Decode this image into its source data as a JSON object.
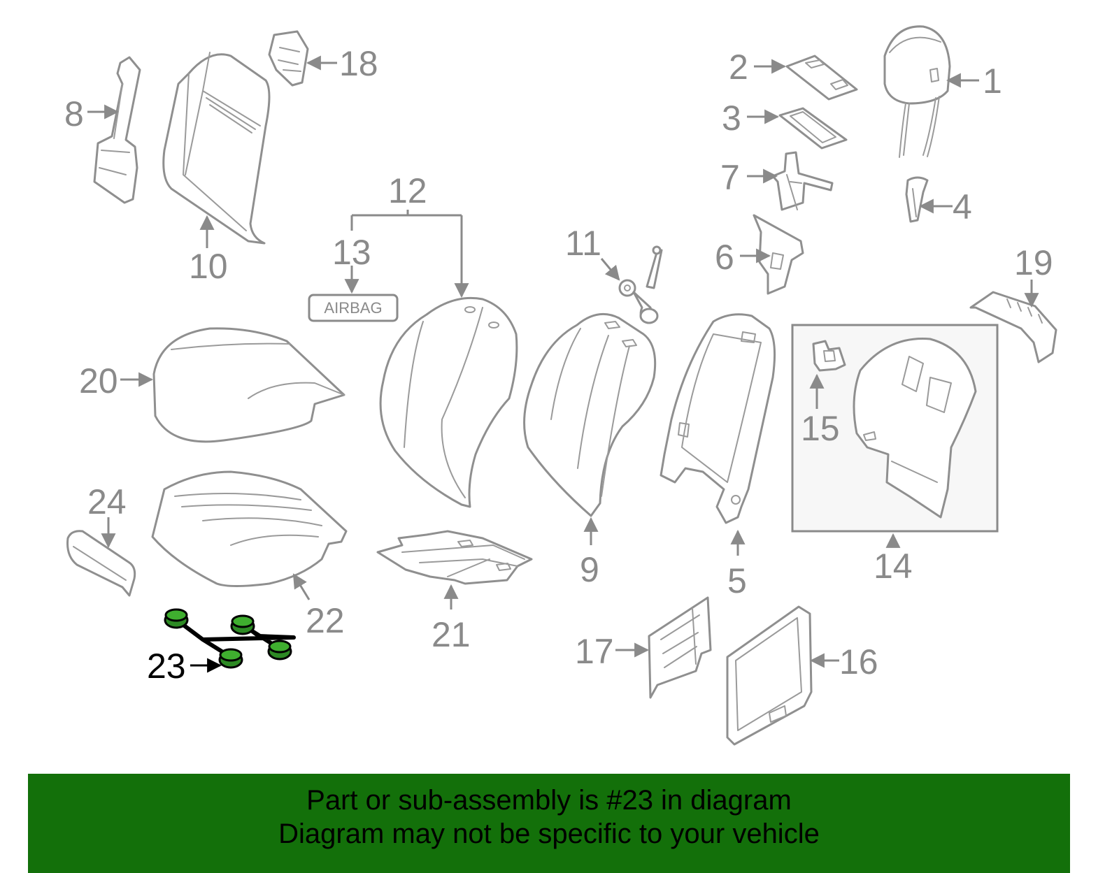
{
  "callouts": {
    "c1": "1",
    "c2": "2",
    "c3": "3",
    "c4": "4",
    "c5": "5",
    "c6": "6",
    "c7": "7",
    "c8": "8",
    "c9": "9",
    "c10": "10",
    "c11": "11",
    "c12": "12",
    "c13": "13",
    "c14": "14",
    "c15": "15",
    "c16": "16",
    "c17": "17",
    "c18": "18",
    "c19": "19",
    "c20": "20",
    "c21": "21",
    "c22": "22",
    "c23": "23",
    "c24": "24"
  },
  "airbag_label": "AIRBAG",
  "highlighted_part": "23",
  "colors": {
    "banner_background": "#13700a",
    "highlight_part": "#2d8a24",
    "diagram_lines": "#8f8f8f"
  },
  "banner": {
    "line1": "Part or sub-assembly is #23 in diagram",
    "line2": "Diagram may not be specific to your vehicle"
  }
}
